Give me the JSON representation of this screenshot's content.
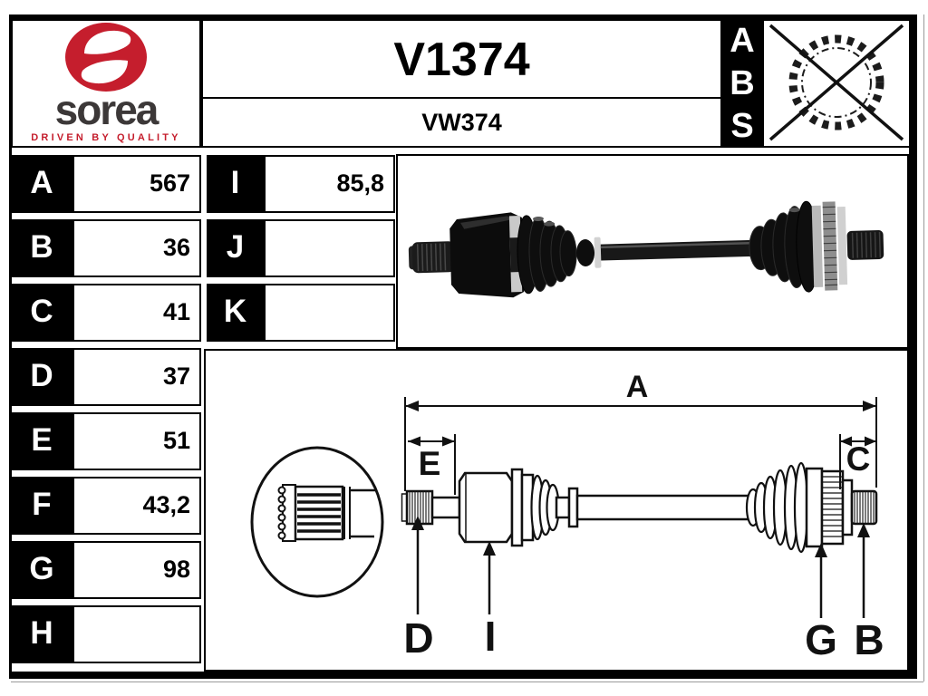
{
  "brand": {
    "name": "sorea",
    "tagline": "DRIVEN BY QUALITY",
    "accent_red": "#c51e2d",
    "text_dark": "#3c3838"
  },
  "header": {
    "part_number": "V1374",
    "oe_reference": "VW374",
    "abs_letters": [
      "A",
      "B",
      "S"
    ],
    "abs_icon": "crossed-tone-ring"
  },
  "dimensions": {
    "left": [
      {
        "label": "A",
        "value": "567"
      },
      {
        "label": "B",
        "value": "36"
      },
      {
        "label": "C",
        "value": "41"
      },
      {
        "label": "D",
        "value": "37"
      },
      {
        "label": "E",
        "value": "51"
      },
      {
        "label": "F",
        "value": "43,2"
      },
      {
        "label": "G",
        "value": "98"
      },
      {
        "label": "H",
        "value": ""
      }
    ],
    "right": [
      {
        "label": "I",
        "value": "85,8"
      },
      {
        "label": "J",
        "value": ""
      },
      {
        "label": "K",
        "value": ""
      }
    ]
  },
  "diagram_labels": {
    "a": "A",
    "e": "E",
    "c": "C",
    "d": "D",
    "i": "I",
    "g": "G",
    "b": "B"
  }
}
